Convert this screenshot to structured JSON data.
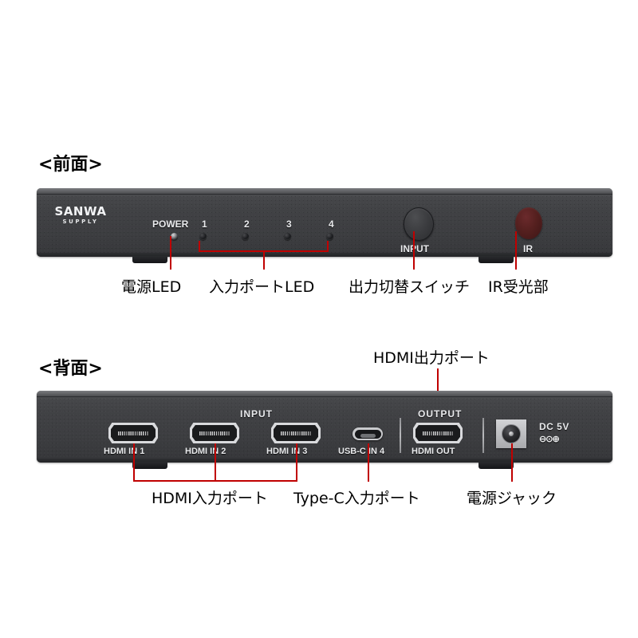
{
  "page": {
    "background": "#ffffff",
    "accent_red": "#c00000",
    "chassis_dark": "#3c3d40",
    "ir_red": "#55201f"
  },
  "front": {
    "heading": "<前面>",
    "logo": {
      "brand": "SANWA",
      "sub": "SUPPLY"
    },
    "labels": {
      "power": "POWER",
      "input_button": "INPUT",
      "ir": "IR"
    },
    "led_numbers": [
      "1",
      "2",
      "3",
      "4"
    ],
    "callouts": [
      {
        "text": "電源LED"
      },
      {
        "text": "入力ポートLED"
      },
      {
        "text": "出力切替スイッチ"
      },
      {
        "text": "IR受光部"
      }
    ]
  },
  "rear": {
    "heading": "<背面>",
    "group_labels": {
      "input": "INPUT",
      "output": "OUTPUT",
      "dc": "DC 5V"
    },
    "ports": [
      {
        "label": "HDMI IN 1",
        "type": "hdmi"
      },
      {
        "label": "HDMI IN 2",
        "type": "hdmi"
      },
      {
        "label": "HDMI IN 3",
        "type": "hdmi"
      },
      {
        "label": "USB-C IN 4",
        "type": "usbc"
      },
      {
        "label": "HDMI OUT",
        "type": "hdmi"
      }
    ],
    "polarity": {
      "minus": "⊖",
      "center": "⊙",
      "plus": "⊕"
    },
    "callouts": [
      {
        "text": "HDMI出力ポート"
      },
      {
        "text": "HDMI入力ポート"
      },
      {
        "text": "Type-C入力ポート"
      },
      {
        "text": "電源ジャック"
      }
    ]
  }
}
